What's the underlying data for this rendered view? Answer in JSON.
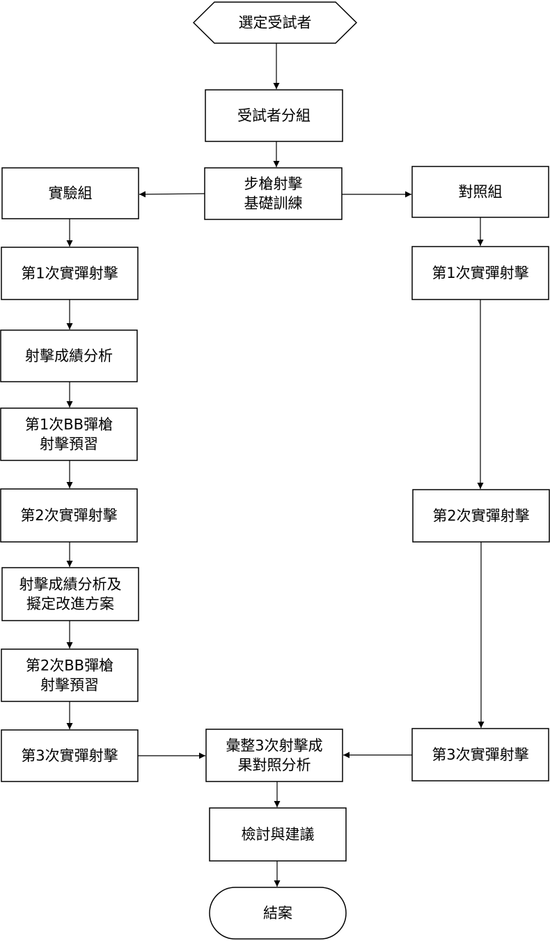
{
  "diagram": {
    "nodes": [
      {
        "id": "select",
        "lines": [
          "選定受試者"
        ]
      },
      {
        "id": "group",
        "lines": [
          "受試者分組"
        ]
      },
      {
        "id": "basic",
        "lines": [
          "步槍射擊",
          "基礎訓練"
        ]
      },
      {
        "id": "exp",
        "lines": [
          "實驗組"
        ]
      },
      {
        "id": "ctrl",
        "lines": [
          "對照組"
        ]
      },
      {
        "id": "e1",
        "lines": [
          "第1次實彈射擊"
        ]
      },
      {
        "id": "e2",
        "lines": [
          "射擊成績分析"
        ]
      },
      {
        "id": "e3",
        "lines": [
          "第1次BB彈槍",
          "射擊預習"
        ]
      },
      {
        "id": "e4",
        "lines": [
          "第2次實彈射擊"
        ]
      },
      {
        "id": "e5",
        "lines": [
          "射擊成績分析及",
          "擬定改進方案"
        ]
      },
      {
        "id": "e6",
        "lines": [
          "第2次BB彈槍",
          "射擊預習"
        ]
      },
      {
        "id": "e7",
        "lines": [
          "第3次實彈射擊"
        ]
      },
      {
        "id": "c1",
        "lines": [
          "第1次實彈射擊"
        ]
      },
      {
        "id": "c2",
        "lines": [
          "第2次實彈射擊"
        ]
      },
      {
        "id": "c3",
        "lines": [
          "第3次實彈射擊"
        ]
      },
      {
        "id": "summary",
        "lines": [
          "彙整3次射擊成",
          "果對照分析"
        ]
      },
      {
        "id": "review",
        "lines": [
          "檢討與建議"
        ]
      },
      {
        "id": "end",
        "lines": [
          "結案"
        ]
      }
    ],
    "edges": [
      {
        "from": "select",
        "to": "group"
      },
      {
        "from": "group",
        "to": "basic"
      },
      {
        "from": "basic",
        "to": "exp"
      },
      {
        "from": "basic",
        "to": "ctrl"
      },
      {
        "from": "exp",
        "to": "e1"
      },
      {
        "from": "e1",
        "to": "e2"
      },
      {
        "from": "e2",
        "to": "e3"
      },
      {
        "from": "e3",
        "to": "e4"
      },
      {
        "from": "e4",
        "to": "e5"
      },
      {
        "from": "e5",
        "to": "e6"
      },
      {
        "from": "e6",
        "to": "e7"
      },
      {
        "from": "ctrl",
        "to": "c1"
      },
      {
        "from": "c1",
        "to": "c2"
      },
      {
        "from": "c2",
        "to": "c3"
      },
      {
        "from": "e7",
        "to": "summary"
      },
      {
        "from": "c3",
        "to": "summary"
      },
      {
        "from": "summary",
        "to": "review"
      },
      {
        "from": "review",
        "to": "end"
      }
    ]
  }
}
